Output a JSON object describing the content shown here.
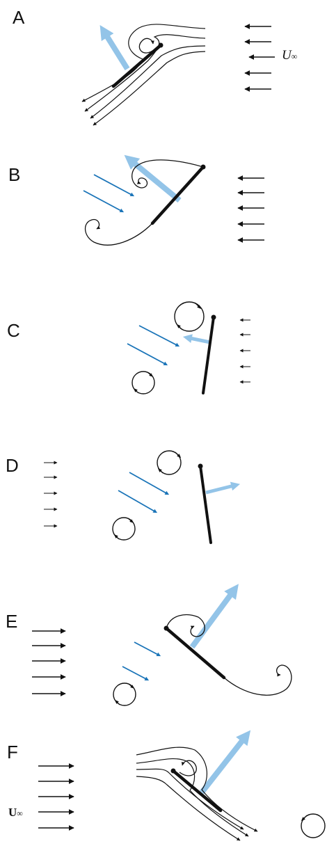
{
  "panels": [
    {
      "label": "A",
      "freestream": "U",
      "freestream_subscript": "∞"
    },
    {
      "label": "B"
    },
    {
      "label": "C"
    },
    {
      "label": "D"
    },
    {
      "label": "E"
    },
    {
      "label": "F",
      "freestream": "U",
      "freestream_subscript": "∞"
    }
  ],
  "colors": {
    "plate": "#111111",
    "streamline": "#111111",
    "jet_arrow": "#1a74b8",
    "force_arrow": "#93c4e8"
  }
}
